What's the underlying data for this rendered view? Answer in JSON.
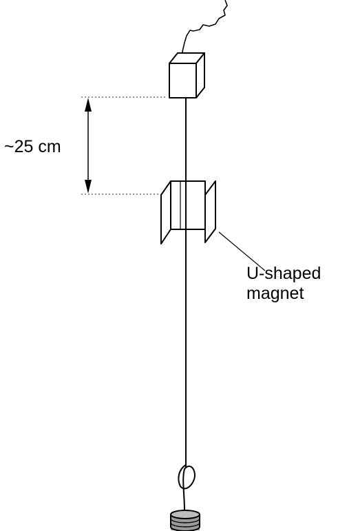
{
  "labels": {
    "distance": "~25 cm",
    "magnet_line1": "U-shaped",
    "magnet_line2": "magnet"
  },
  "colors": {
    "ink": "#000000",
    "dotted_line": "#555555",
    "weight_fill": "#9a9a9a",
    "weight_dark": "#555555"
  }
}
